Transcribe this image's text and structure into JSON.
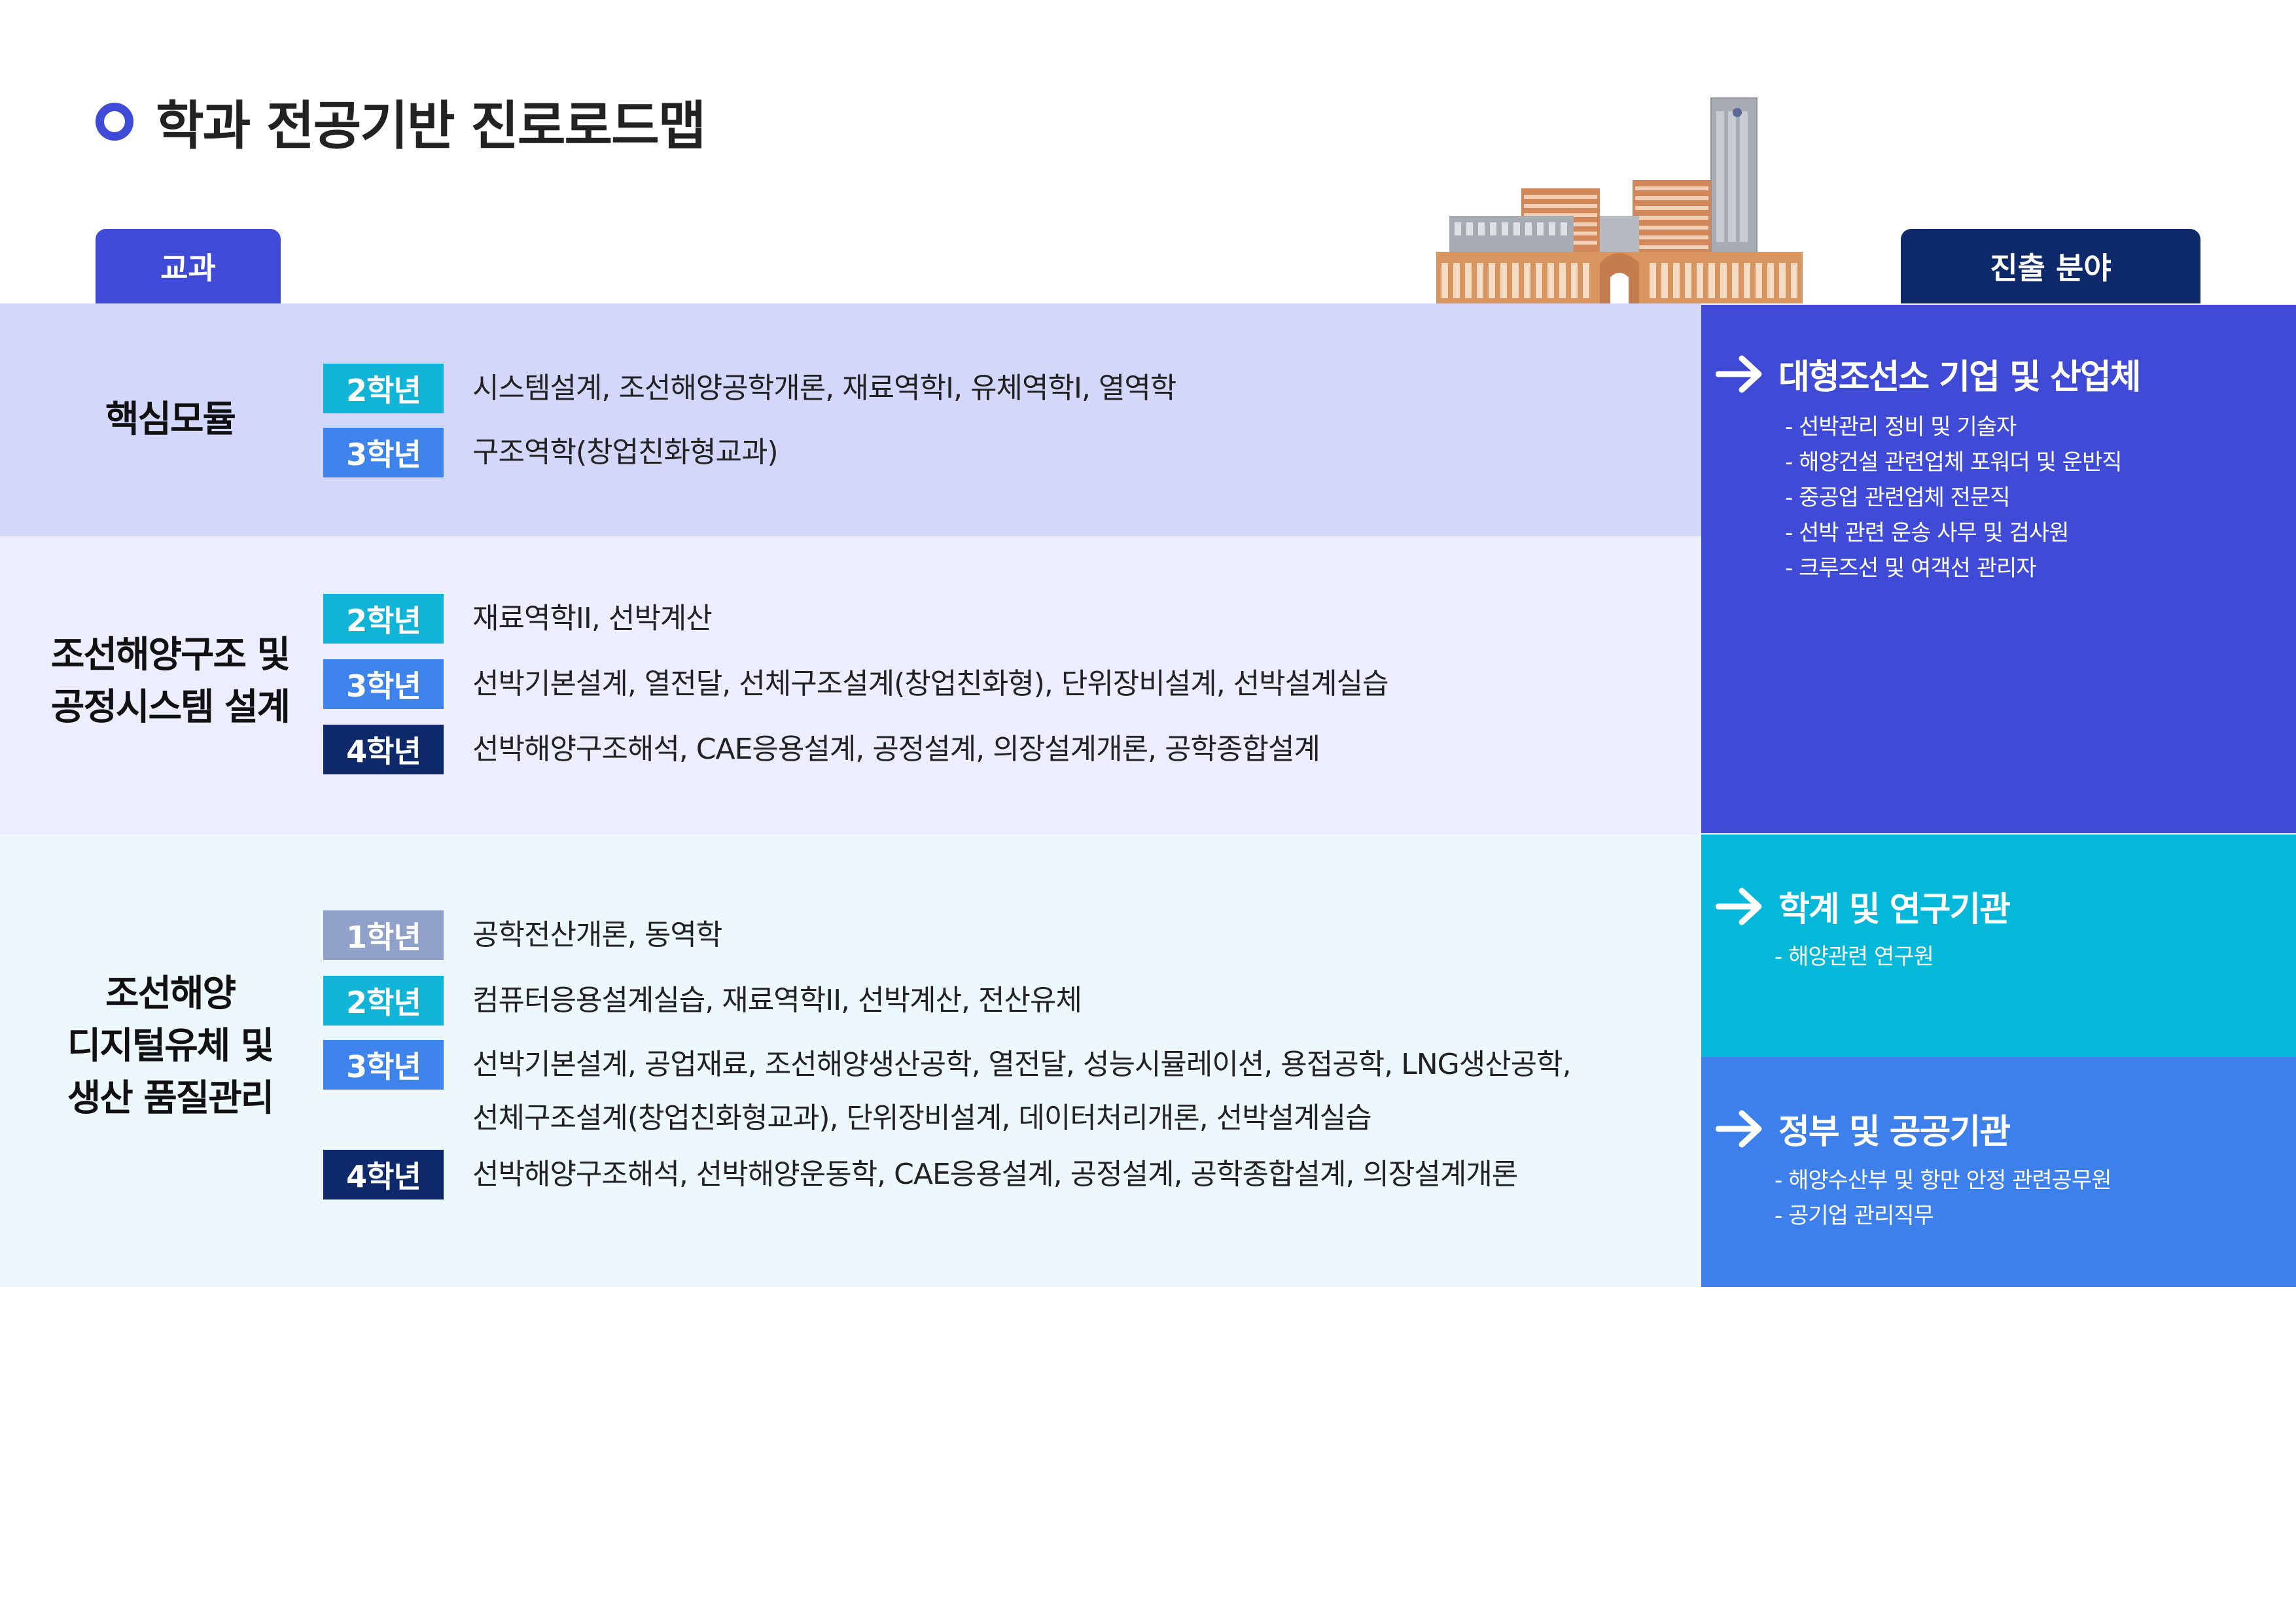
{
  "page": {
    "title": "학과 전공기반 진로로드맵"
  },
  "tabs": {
    "left": "교과",
    "right": "진출 분야"
  },
  "colors": {
    "primary": "#3f4bd6",
    "navy": "#0f2a6b",
    "cyan": "#05b8d9",
    "blue": "#3d80ec",
    "band1": "#d3d8fb",
    "band2": "#eceeff",
    "band3": "#edf8fd"
  },
  "modules": [
    {
      "title_lines": [
        "핵심모듈"
      ],
      "rows": [
        {
          "grade": "2학년",
          "courses": [
            "시스템설계, 조선해양공학개론, 재료역학I, 유체역학I, 열역학"
          ]
        },
        {
          "grade": "3학년",
          "courses": [
            "구조역학(창업친화형교과)"
          ]
        }
      ]
    },
    {
      "title_lines": [
        "조선해양구조 및",
        "공정시스템 설계"
      ],
      "rows": [
        {
          "grade": "2학년",
          "courses": [
            "재료역학II, 선박계산"
          ]
        },
        {
          "grade": "3학년",
          "courses": [
            "선박기본설계, 열전달, 선체구조설계(창업친화형), 단위장비설계, 선박설계실습"
          ]
        },
        {
          "grade": "4학년",
          "courses": [
            "선박해양구조해석, CAE응용설계, 공정설계, 의장설계개론, 공학종합설계"
          ]
        }
      ]
    },
    {
      "title_lines": [
        "조선해양",
        "디지털유체 및",
        "생산 품질관리"
      ],
      "rows": [
        {
          "grade": "1학년",
          "courses": [
            "공학전산개론, 동역학"
          ]
        },
        {
          "grade": "2학년",
          "courses": [
            "컴퓨터응용설계실습, 재료역학II, 선박계산, 전산유체"
          ]
        },
        {
          "grade": "3학년",
          "courses": [
            "선박기본설계, 공업재료, 조선해양생산공학, 열전달, 성능시뮬레이션, 용접공학, LNG생산공학,",
            "선체구조설계(창업친화형교과), 단위장비설계, 데이터처리개론, 선박설계실습"
          ]
        },
        {
          "grade": "4학년",
          "courses": [
            "선박해양구조해석, 선박해양운동학, CAE응용설계, 공정설계, 공학종합설계, 의장설계개론"
          ]
        }
      ]
    }
  ],
  "careers": [
    {
      "title": "대형조선소 기업 및 산업체",
      "items": [
        "- 선박관리 정비 및 기술자",
        "- 해양건설 관련업체 포워더 및 운반직",
        "- 중공업 관련업체 전문직",
        "- 선박 관련 운송 사무 및 검사원",
        "- 크루즈선 및 여객선 관리자"
      ]
    },
    {
      "title": "학계 및 연구기관",
      "items": [
        "- 해양관련 연구원"
      ]
    },
    {
      "title": "정부 및 공공기관",
      "items": [
        "- 해양수산부 및 항만 안정 관련공무원",
        "- 공기업 관리직무"
      ]
    }
  ],
  "icons": {
    "title_marker": "circle-outline-icon",
    "career_arrow": "arrow-right-icon",
    "illustration": "campus-buildings-illustration"
  }
}
